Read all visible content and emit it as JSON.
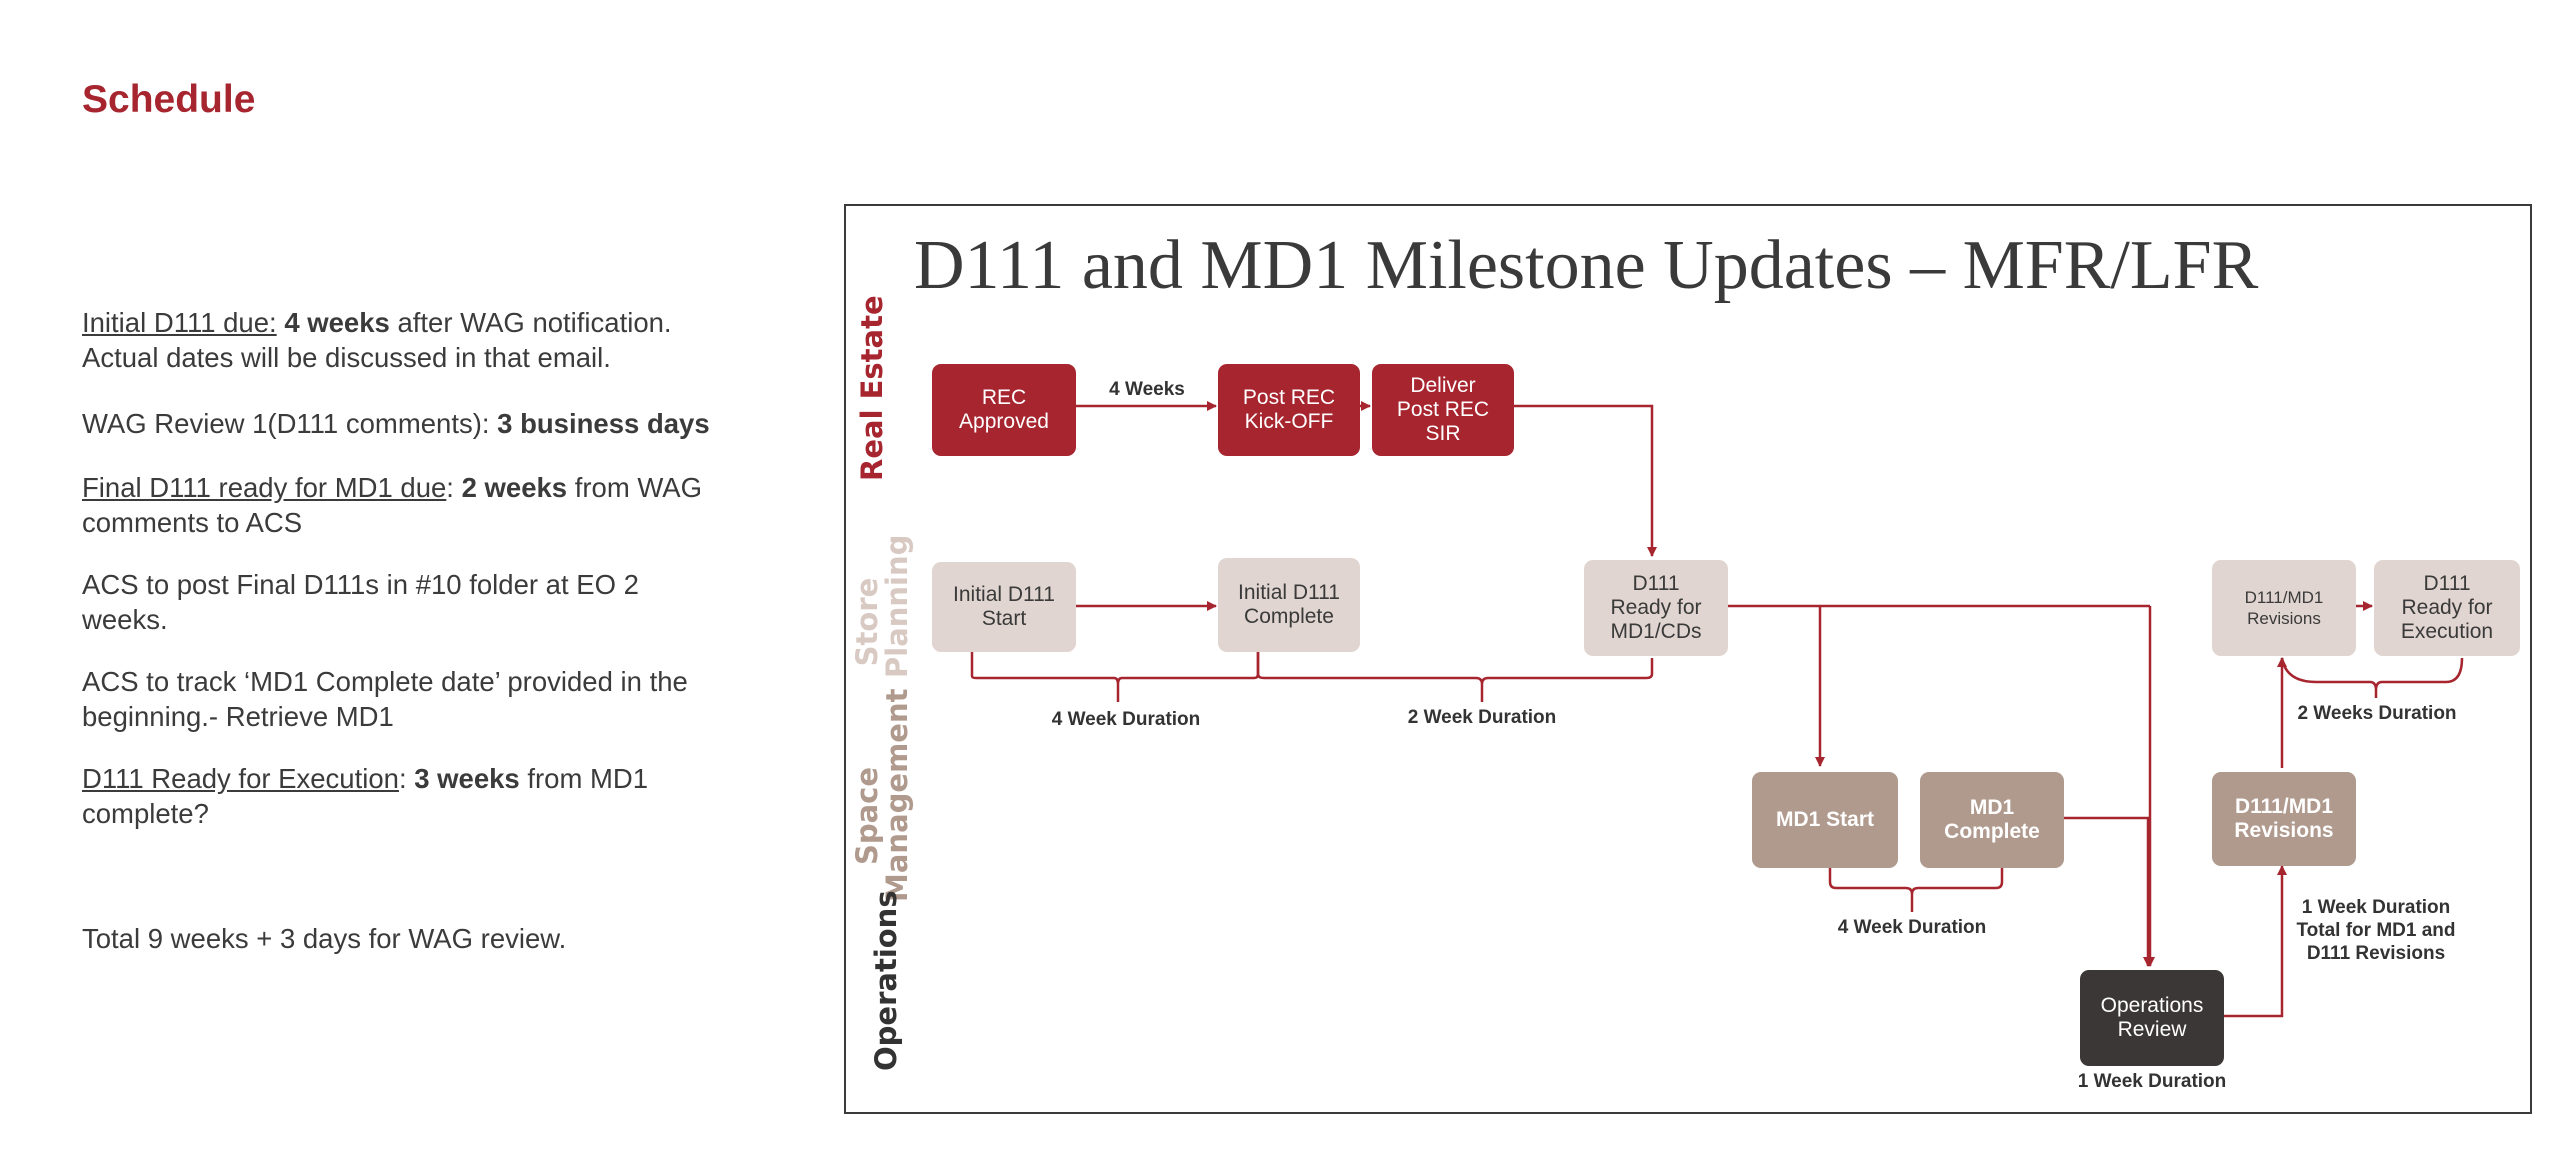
{
  "page": {
    "title": "Schedule"
  },
  "notes": {
    "n1_u": "Initial D111 due:",
    "n1_b": "4 weeks",
    "n1_rest": " after WAG notification. Actual dates will be discussed in that email.",
    "n2_text": "WAG Review 1(D111 comments): ",
    "n2_b": "3 business days",
    "n3_u": "Final D111 ready for MD1 due",
    "n3_colon": ": ",
    "n3_b": "2 weeks",
    "n3_rest": " from WAG comments to ACS",
    "n4": "ACS to post Final D111s in #10 folder at EO 2 weeks.",
    "n5": "ACS to track ‘MD1 Complete date’ provided in the beginning.- Retrieve MD1",
    "n6_u": "D111 Ready for Execution",
    "n6_colon": ": ",
    "n6_b": "3 weeks",
    "n6_rest": " from MD1 complete?",
    "total": "Total 9 weeks + 3 days for WAG review."
  },
  "diagram": {
    "title": "D111 and MD1 Milestone Updates – MFR/LFR",
    "lanes": {
      "real_estate": "Real Estate",
      "store_planning": "Store\nPlanning",
      "space_management": "Space\nManagement",
      "operations": "Operations"
    },
    "lane_colors": {
      "real_estate": "#a6252f",
      "store_planning": "#d8c9c2",
      "space_management": "#b09a8e",
      "operations": "#333333"
    },
    "boxes": {
      "rec_approved": "REC\nApproved",
      "post_rec_kickoff": "Post REC\nKick-OFF",
      "deliver_post_rec_sir": "Deliver\nPost REC\nSIR",
      "initial_d111_start": "Initial D111\nStart",
      "initial_d111_complete": "Initial D111\nComplete",
      "d111_ready_md1": "D111\nReady for\nMD1/CDs",
      "d111_md1_revisions_sp": "D111/MD1\nRevisions",
      "d111_ready_execution": "D111\nReady for\nExecution",
      "md1_start": "MD1 Start",
      "md1_complete": "MD1\nComplete",
      "d111_md1_revisions_sm": "D111/MD1\nRevisions",
      "operations_review": "Operations\nReview"
    },
    "labels": {
      "four_weeks": "4 Weeks",
      "four_week_duration_1": "4 Week Duration",
      "two_week_duration": "2 Week Duration",
      "two_weeks_duration": "2 Weeks Duration",
      "four_week_duration_2": "4 Week Duration",
      "one_week_total": "1 Week Duration\nTotal for MD1 and\nD111 Revisions",
      "one_week_duration": "1 Week Duration"
    },
    "colors": {
      "accent_red": "#a6252f",
      "light_box": "#e0d5d0",
      "tan_box": "#b09a8e",
      "dark_box": "#3b3737"
    }
  }
}
